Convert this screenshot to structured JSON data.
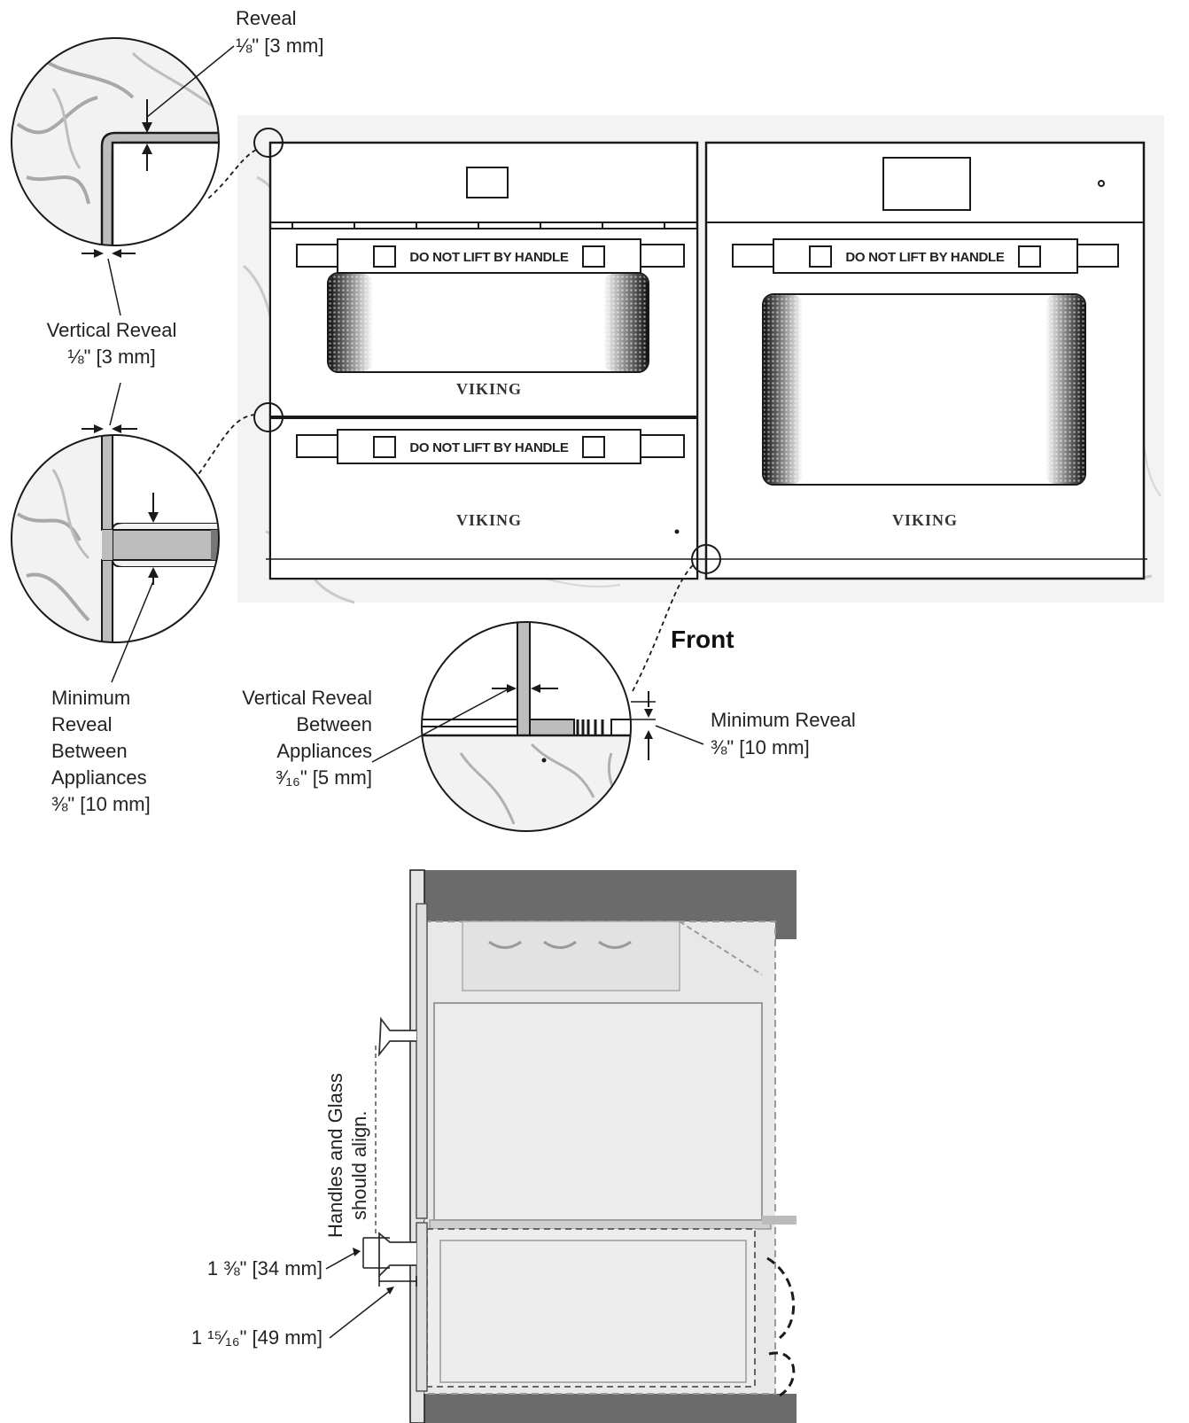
{
  "callouts": {
    "reveal_top": {
      "title": "Reveal",
      "value": "⅛\" [3 mm]"
    },
    "vertical_reveal": {
      "title": "Vertical Reveal",
      "value": "⅛\" [3 mm]"
    },
    "minimum_reveal_between": {
      "line1": "Minimum",
      "line2": "Reveal",
      "line3": "Between",
      "line4": "Appliances",
      "value": "⅜\" [10 mm]"
    },
    "vertical_reveal_between": {
      "line1": "Vertical Reveal",
      "line2": "Between",
      "line3": "Appliances",
      "value": "³⁄₁₆\" [5 mm]"
    },
    "minimum_reveal_front": {
      "title": "Minimum Reveal",
      "value": "⅜\" [10 mm]"
    }
  },
  "front_label": "Front",
  "appliance": {
    "handle_warning": "DO NOT LIFT BY HANDLE",
    "brand": "VIKING"
  },
  "side_view": {
    "align_note_line1": "Handles and Glass",
    "align_note_line2": "should align.",
    "dim_handle_height": "1 ⅜\" [34 mm]",
    "dim_handle_depth": "1 ¹⁵⁄₁₆\" [49 mm]"
  }
}
